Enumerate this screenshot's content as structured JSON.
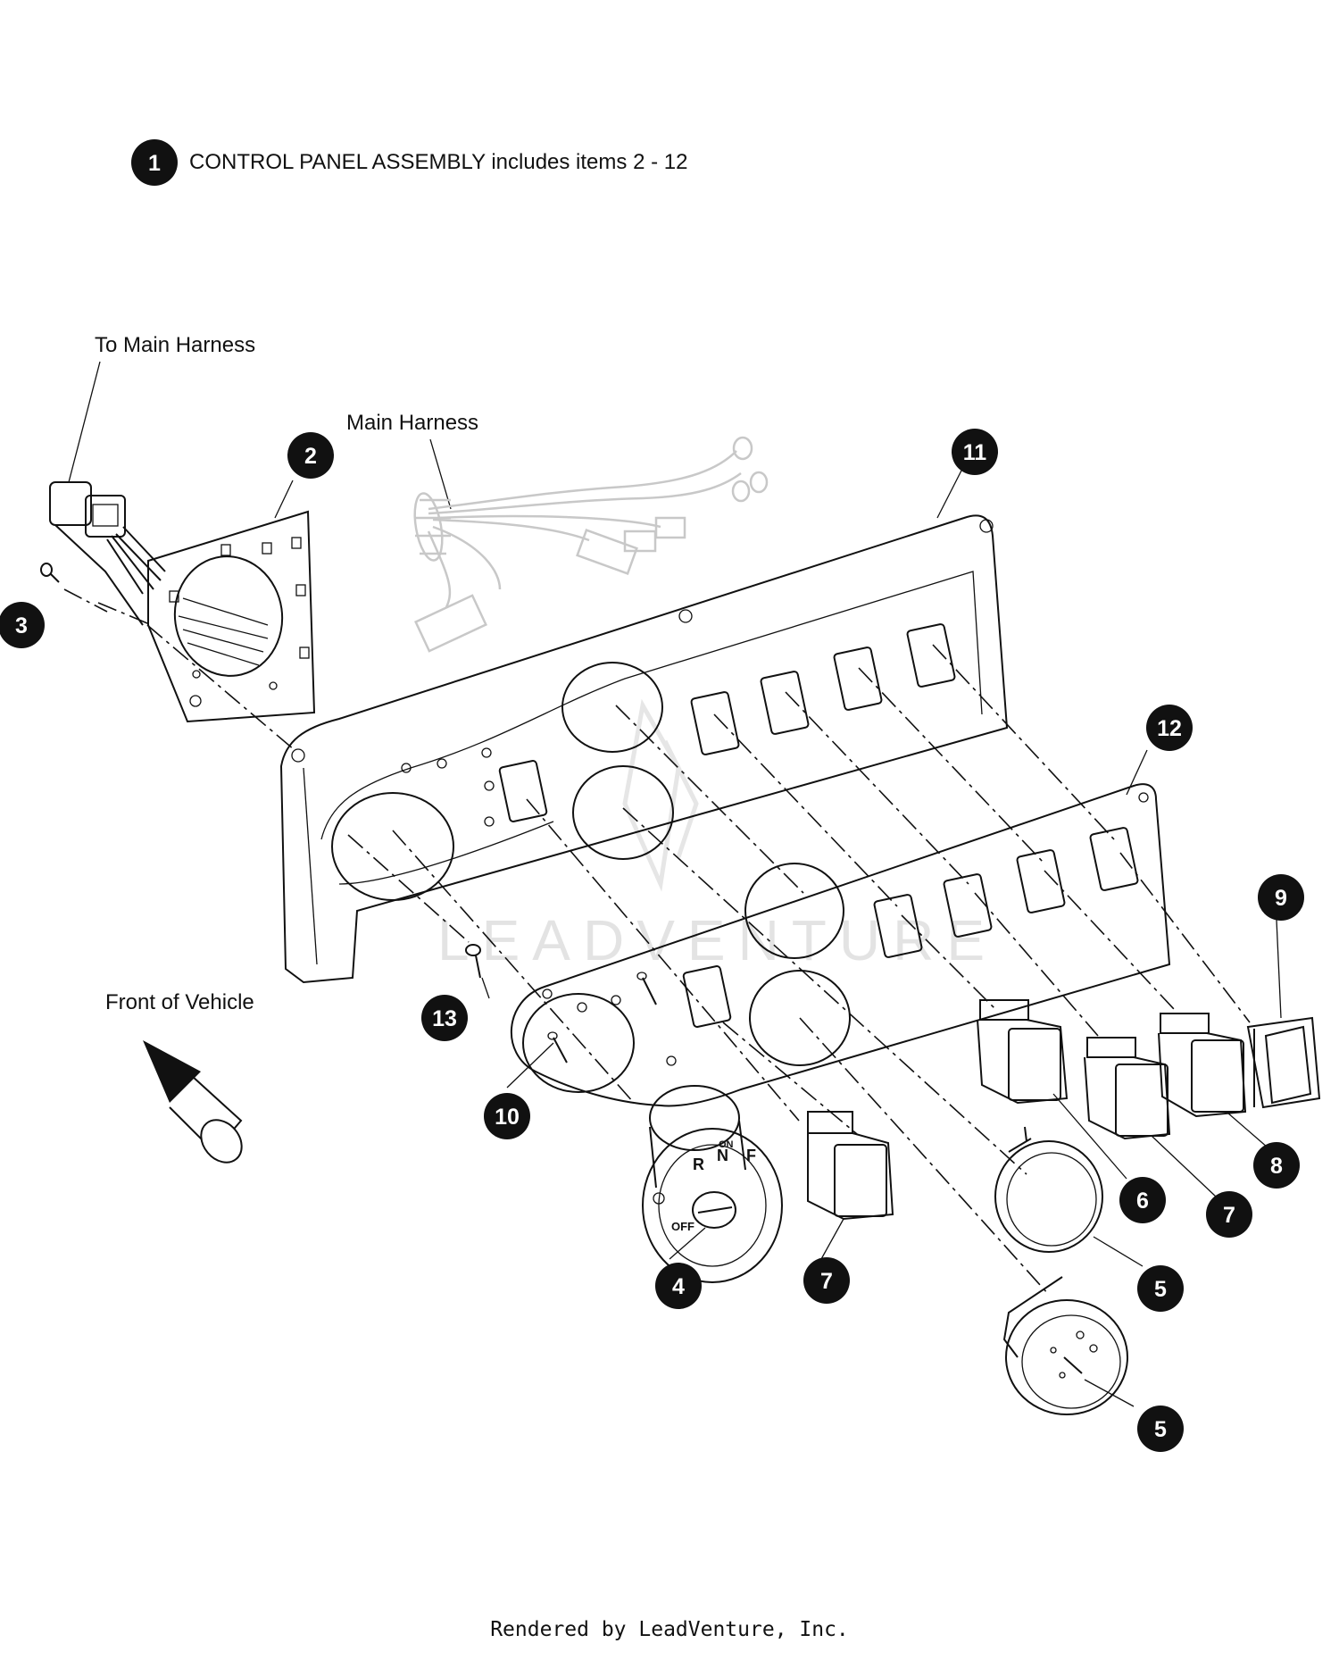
{
  "header": {
    "callout_number": "1",
    "assembly_note": "CONTROL PANEL ASSEMBLY includes items 2 - 12"
  },
  "labels": {
    "to_main_harness": "To Main Harness",
    "main_harness": "Main Harness",
    "front_of_vehicle": "Front of Vehicle"
  },
  "callouts": [
    {
      "id": "c2",
      "number": "2"
    },
    {
      "id": "c3",
      "number": "3"
    },
    {
      "id": "c11",
      "number": "11"
    },
    {
      "id": "c12",
      "number": "12"
    },
    {
      "id": "c9",
      "number": "9"
    },
    {
      "id": "c13",
      "number": "13"
    },
    {
      "id": "c10",
      "number": "10"
    },
    {
      "id": "c4",
      "number": "4"
    },
    {
      "id": "c7a",
      "number": "7"
    },
    {
      "id": "c6",
      "number": "6"
    },
    {
      "id": "c7b",
      "number": "7"
    },
    {
      "id": "c8",
      "number": "8"
    },
    {
      "id": "c5a",
      "number": "5"
    },
    {
      "id": "c5b",
      "number": "5"
    }
  ],
  "ignition_markings": {
    "on": "ON",
    "r": "R",
    "n": "N",
    "f": "F",
    "off": "OFF"
  },
  "watermark": "LEADVENTURE",
  "footer": "Rendered by LeadVenture, Inc."
}
